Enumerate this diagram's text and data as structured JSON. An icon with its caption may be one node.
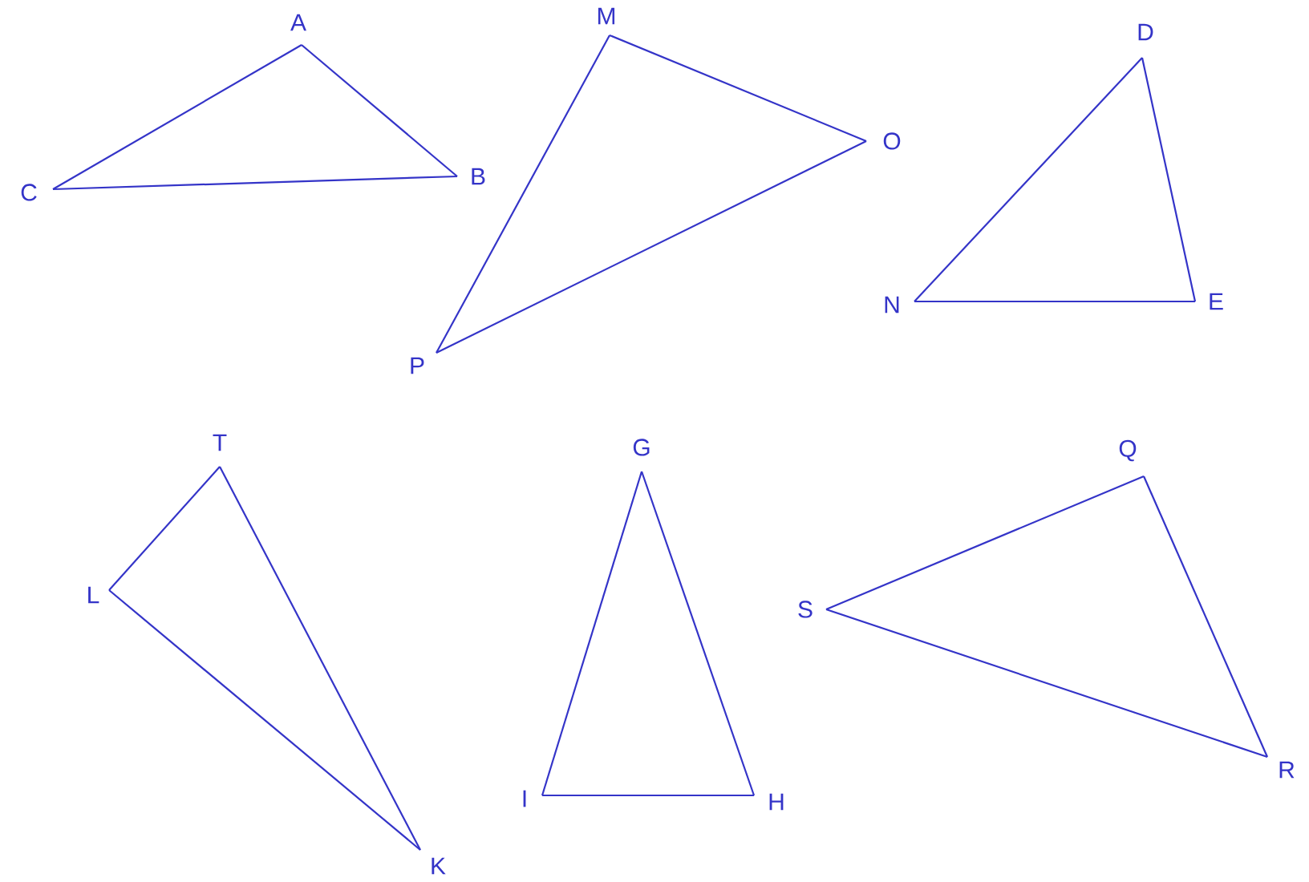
{
  "diagram": {
    "nodes": [
      {
        "text": [
          "A"
        ]
      },
      {
        "text": [
          "B"
        ]
      },
      {
        "text": [
          "C"
        ]
      },
      {
        "text": [
          "M"
        ]
      },
      {
        "text": [
          "O"
        ]
      },
      {
        "text": [
          "P"
        ]
      },
      {
        "text": [
          "D"
        ]
      },
      {
        "text": [
          "N"
        ]
      },
      {
        "text": [
          "E"
        ]
      },
      {
        "text": [
          "T"
        ]
      },
      {
        "text": [
          "L"
        ]
      },
      {
        "text": [
          "K"
        ]
      },
      {
        "text": [
          "G"
        ]
      },
      {
        "text": [
          "I"
        ]
      },
      {
        "text": [
          "H"
        ]
      },
      {
        "text": [
          "Q"
        ]
      },
      {
        "text": [
          "S"
        ]
      },
      {
        "text": [
          "R"
        ]
      }
    ],
    "edges": [
      {
        "from": 0,
        "to": 1,
        "arrow": "none"
      },
      {
        "from": 1,
        "to": 2,
        "arrow": "none"
      },
      {
        "from": 2,
        "to": 0,
        "arrow": "none"
      },
      {
        "from": 3,
        "to": 4,
        "arrow": "none"
      },
      {
        "from": 4,
        "to": 5,
        "arrow": "none"
      },
      {
        "from": 5,
        "to": 3,
        "arrow": "none"
      },
      {
        "from": 6,
        "to": 7,
        "arrow": "none"
      },
      {
        "from": 7,
        "to": 8,
        "arrow": "none"
      },
      {
        "from": 8,
        "to": 6,
        "arrow": "none"
      },
      {
        "from": 9,
        "to": 10,
        "arrow": "none"
      },
      {
        "from": 10,
        "to": 11,
        "arrow": "none"
      },
      {
        "from": 11,
        "to": 9,
        "arrow": "none"
      },
      {
        "from": 12,
        "to": 13,
        "arrow": "none"
      },
      {
        "from": 13,
        "to": 14,
        "arrow": "none"
      },
      {
        "from": 14,
        "to": 12,
        "arrow": "none"
      },
      {
        "from": 15,
        "to": 16,
        "arrow": "none"
      },
      {
        "from": 16,
        "to": 17,
        "arrow": "none"
      },
      {
        "from": 17,
        "to": 15,
        "arrow": "none"
      }
    ]
  }
}
